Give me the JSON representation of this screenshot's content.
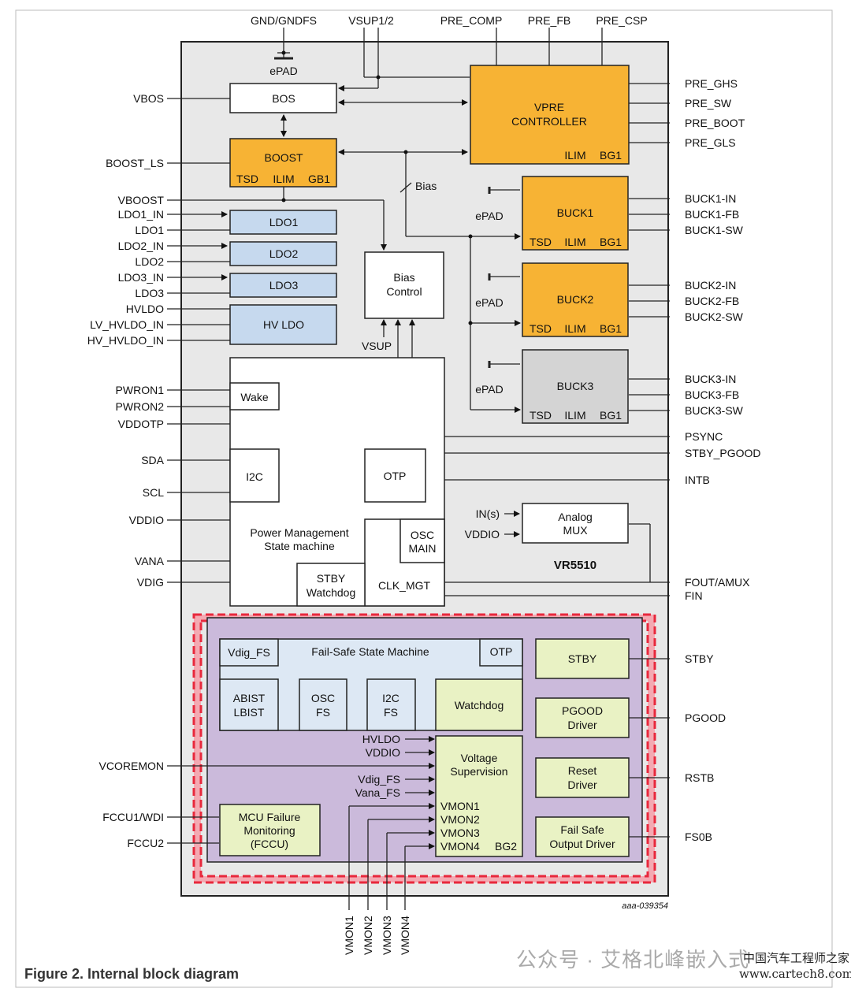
{
  "top_pins": {
    "gnd": "GND/GNDFS",
    "vsup": "VSUP1/2",
    "pre_comp": "PRE_COMP",
    "pre_fb": "PRE_FB",
    "pre_csp": "PRE_CSP",
    "epad": "ePAD"
  },
  "left_pins": {
    "vbos": "VBOS",
    "boost_ls": "BOOST_LS",
    "vboost": "VBOOST",
    "ldo1_in": "LDO1_IN",
    "ldo1": "LDO1",
    "ldo2_in": "LDO2_IN",
    "ldo2": "LDO2",
    "ldo3_in": "LDO3_IN",
    "ldo3": "LDO3",
    "hvldo": "HVLDO",
    "lv_hvldo_in": "LV_HVLDO_IN",
    "hv_hvldo_in": "HV_HVLDO_IN",
    "pwron1": "PWRON1",
    "pwron2": "PWRON2",
    "vddotp": "VDDOTP",
    "sda": "SDA",
    "scl": "SCL",
    "vddio": "VDDIO",
    "vana": "VANA",
    "vdig": "VDIG",
    "vcoremon": "VCOREMON",
    "fccu1": "FCCU1/WDI",
    "fccu2": "FCCU2"
  },
  "right_pins": {
    "pre_ghs": "PRE_GHS",
    "pre_sw": "PRE_SW",
    "pre_boot": "PRE_BOOT",
    "pre_gls": "PRE_GLS",
    "buck1_in": "BUCK1-IN",
    "buck1_fb": "BUCK1-FB",
    "buck1_sw": "BUCK1-SW",
    "buck2_in": "BUCK2-IN",
    "buck2_fb": "BUCK2-FB",
    "buck2_sw": "BUCK2-SW",
    "buck3_in": "BUCK3-IN",
    "buck3_fb": "BUCK3-FB",
    "buck3_sw": "BUCK3-SW",
    "psync": "PSYNC",
    "stby_pgood": "STBY_PGOOD",
    "intb": "INTB",
    "fout": "FOUT/AMUX",
    "fin": "FIN",
    "stby": "STBY",
    "pgood": "PGOOD",
    "rstb": "RSTB",
    "fs0b": "FS0B"
  },
  "bottom_pins": [
    "VMON1",
    "VMON2",
    "VMON3",
    "VMON4"
  ],
  "blocks": {
    "bos": "BOS",
    "vpre_l1": "VPRE",
    "vpre_l2": "CONTROLLER",
    "ilim": "ILIM",
    "bg1": "BG1",
    "boost": "BOOST",
    "tsd": "TSD",
    "gb1": "GB1",
    "bias": "Bias",
    "ldo1": "LDO1",
    "ldo2": "LDO2",
    "ldo3": "LDO3",
    "hvldo": "HV LDO",
    "bias_ctrl_l1": "Bias",
    "bias_ctrl_l2": "Control",
    "vsup": "VSUP",
    "buck1": "BUCK1",
    "buck2": "BUCK2",
    "buck3": "BUCK3",
    "wake": "Wake",
    "i2c": "I2C",
    "otp": "OTP",
    "pm_l1": "Power Management",
    "pm_l2": "State machine",
    "osc_l1": "OSC",
    "osc_l2": "MAIN",
    "stby_wd_l1": "STBY",
    "stby_wd_l2": "Watchdog",
    "clk_mgt": "CLK_MGT",
    "in_s": "IN(s)",
    "vddio": "VDDIO",
    "mux_l1": "Analog",
    "mux_l2": "MUX",
    "chip": "VR5510",
    "vdig_fs": "Vdig_FS",
    "fs_sm": "Fail-Safe State Machine",
    "fs_otp": "OTP",
    "abist_l1": "ABIST",
    "abist_l2": "LBIST",
    "oscfs_l1": "OSC",
    "oscfs_l2": "FS",
    "i2cfs_l1": "I2C",
    "i2cfs_l2": "FS",
    "watchdog": "Watchdog",
    "fs_stby": "STBY",
    "pgood_l1": "PGOOD",
    "pgood_l2": "Driver",
    "reset_l1": "Reset",
    "reset_l2": "Driver",
    "fsafe_l1": "Fail Safe",
    "fsafe_l2": "Output Driver",
    "vs_l1": "Voltage",
    "vs_l2": "Supervision",
    "vs_hvldo": "HVLDO",
    "vs_vddio": "VDDIO",
    "vs_vdig": "Vdig_FS",
    "vs_vana": "Vana_FS",
    "vmon1": "VMON1",
    "vmon2": "VMON2",
    "vmon3": "VMON3",
    "vmon4": "VMON4",
    "bg2": "BG2",
    "mcu_l1": "MCU Failure",
    "mcu_l2": "Monitoring",
    "mcu_l3": "(FCCU)"
  },
  "doc_id": "aaa-039354",
  "caption": "Figure 2.  Internal block diagram",
  "watermark": "公众号 · 艾格北峰嵌入式",
  "site_l1": "中国汽车工程师之家",
  "site_l2": "www.cartech8.com",
  "colors": {
    "chip_bg": "#e8e8e8",
    "orange": "#f7b334",
    "ldo_blue": "#c6d9ee",
    "buck3_gray": "#d4d4d4",
    "fs_purple": "#cbbadb",
    "fs_light": "#dde8f4",
    "green": "#e9f2c4",
    "red_dash": "#e8283c",
    "pink": "#f4a9b2"
  }
}
